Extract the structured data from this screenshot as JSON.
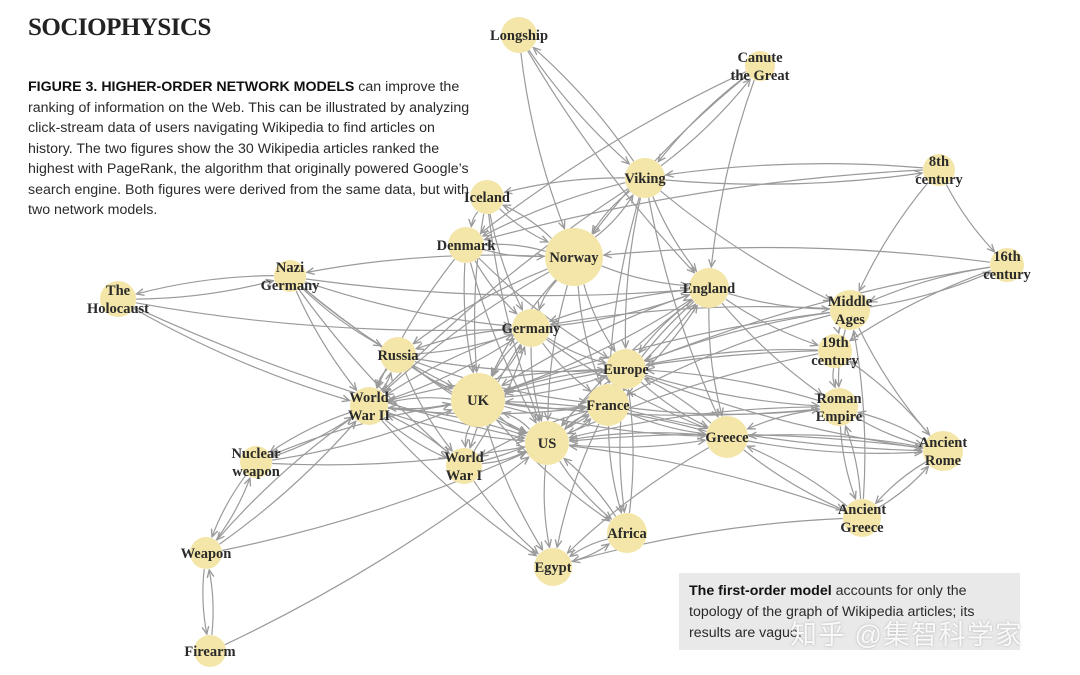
{
  "header": {
    "title": "SOCIOPHYSICS"
  },
  "caption": {
    "lead": "FIGURE 3. HIGHER-ORDER NETWORK MODELS",
    "text": " can improve the ranking of information on the Web. This can be illustrated by analyzing click-stream data of users navigating Wikipedia to find articles on history. The two figures show the 30 Wikipedia articles ranked the highest with PageRank, the algorithm that originally powered Google’s search engine. Both figures were derived from the same data, but with two network models."
  },
  "note": {
    "lead": "The first-order model",
    "text": " accounts for only the topology of the graph of Wikipedia articles; its results are vague."
  },
  "watermark": "知乎 @集智科学家",
  "colors": {
    "node": "#f3e6a8",
    "edge": "#9a9a9a",
    "label": "#2a2a2a"
  },
  "nodes": [
    {
      "id": "longship",
      "lines": [
        "Longship"
      ],
      "r": 18
    },
    {
      "id": "canute",
      "lines": [
        "Canute",
        "the Great"
      ],
      "r": 15
    },
    {
      "id": "viking",
      "lines": [
        "Viking"
      ],
      "r": 20
    },
    {
      "id": "8th",
      "lines": [
        "8th",
        "century"
      ],
      "r": 16
    },
    {
      "id": "iceland",
      "lines": [
        "Iceland"
      ],
      "r": 17
    },
    {
      "id": "denmark",
      "lines": [
        "Denmark"
      ],
      "r": 18
    },
    {
      "id": "norway",
      "lines": [
        "Norway"
      ],
      "r": 29
    },
    {
      "id": "16th",
      "lines": [
        "16th",
        "century"
      ],
      "r": 17
    },
    {
      "id": "nazi",
      "lines": [
        "Nazi",
        "Germany"
      ],
      "r": 16
    },
    {
      "id": "holocaust",
      "lines": [
        "The",
        "Holocaust"
      ],
      "r": 18
    },
    {
      "id": "england",
      "lines": [
        "England"
      ],
      "r": 20
    },
    {
      "id": "middleages",
      "lines": [
        "Middle",
        "Ages"
      ],
      "r": 20
    },
    {
      "id": "germany",
      "lines": [
        "Germany"
      ],
      "r": 19
    },
    {
      "id": "19th",
      "lines": [
        "19th",
        "century"
      ],
      "r": 17
    },
    {
      "id": "russia",
      "lines": [
        "Russia"
      ],
      "r": 18
    },
    {
      "id": "europe",
      "lines": [
        "Europe"
      ],
      "r": 20
    },
    {
      "id": "ww2",
      "lines": [
        "World",
        "War II"
      ],
      "r": 19
    },
    {
      "id": "uk",
      "lines": [
        "UK"
      ],
      "r": 27
    },
    {
      "id": "france",
      "lines": [
        "France"
      ],
      "r": 21
    },
    {
      "id": "romanempire",
      "lines": [
        "Roman",
        "Empire"
      ],
      "r": 19
    },
    {
      "id": "nuclear",
      "lines": [
        "Nuclear",
        "weapon"
      ],
      "r": 16
    },
    {
      "id": "greece",
      "lines": [
        "Greece"
      ],
      "r": 21
    },
    {
      "id": "ancientrome",
      "lines": [
        "Ancient",
        "Rome"
      ],
      "r": 20
    },
    {
      "id": "ww1",
      "lines": [
        "World",
        "War I"
      ],
      "r": 18
    },
    {
      "id": "us",
      "lines": [
        "US"
      ],
      "r": 22
    },
    {
      "id": "ancientgreece",
      "lines": [
        "Ancient",
        "Greece"
      ],
      "r": 19
    },
    {
      "id": "africa",
      "lines": [
        "Africa"
      ],
      "r": 20
    },
    {
      "id": "weapon",
      "lines": [
        "Weapon"
      ],
      "r": 16
    },
    {
      "id": "egypt",
      "lines": [
        "Egypt"
      ],
      "r": 19
    },
    {
      "id": "firearm",
      "lines": [
        "Firearm"
      ],
      "r": 16
    }
  ],
  "edges": [
    [
      "longship",
      "viking"
    ],
    [
      "viking",
      "longship"
    ],
    [
      "longship",
      "norway"
    ],
    [
      "longship",
      "england"
    ],
    [
      "canute",
      "viking"
    ],
    [
      "viking",
      "canute"
    ],
    [
      "canute",
      "england"
    ],
    [
      "canute",
      "denmark"
    ],
    [
      "canute",
      "norway"
    ],
    [
      "viking",
      "iceland"
    ],
    [
      "viking",
      "denmark"
    ],
    [
      "viking",
      "norway"
    ],
    [
      "norway",
      "viking"
    ],
    [
      "viking",
      "england"
    ],
    [
      "viking",
      "middleages"
    ],
    [
      "viking",
      "europe"
    ],
    [
      "viking",
      "france"
    ],
    [
      "viking",
      "greece"
    ],
    [
      "viking",
      "ww2"
    ],
    [
      "viking",
      "8th"
    ],
    [
      "8th",
      "viking"
    ],
    [
      "8th",
      "middleages"
    ],
    [
      "8th",
      "16th"
    ],
    [
      "8th",
      "denmark"
    ],
    [
      "16th",
      "19th"
    ],
    [
      "16th",
      "middleages"
    ],
    [
      "16th",
      "europe"
    ],
    [
      "16th",
      "norway"
    ],
    [
      "iceland",
      "norway"
    ],
    [
      "norway",
      "iceland"
    ],
    [
      "iceland",
      "denmark"
    ],
    [
      "iceland",
      "germany"
    ],
    [
      "iceland",
      "uk"
    ],
    [
      "iceland",
      "us"
    ],
    [
      "denmark",
      "norway"
    ],
    [
      "norway",
      "denmark"
    ],
    [
      "denmark",
      "germany"
    ],
    [
      "denmark",
      "uk"
    ],
    [
      "denmark",
      "europe"
    ],
    [
      "denmark",
      "ww2"
    ],
    [
      "denmark",
      "us"
    ],
    [
      "norway",
      "england"
    ],
    [
      "norway",
      "germany"
    ],
    [
      "norway",
      "uk"
    ],
    [
      "norway",
      "europe"
    ],
    [
      "norway",
      "france"
    ],
    [
      "norway",
      "us"
    ],
    [
      "norway",
      "ww2"
    ],
    [
      "norway",
      "russia"
    ],
    [
      "norway",
      "nazi"
    ],
    [
      "nazi",
      "holocaust"
    ],
    [
      "holocaust",
      "nazi"
    ],
    [
      "nazi",
      "ww2"
    ],
    [
      "nazi",
      "germany"
    ],
    [
      "nazi",
      "russia"
    ],
    [
      "nazi",
      "uk"
    ],
    [
      "nazi",
      "us"
    ],
    [
      "nazi",
      "ww1"
    ],
    [
      "nazi",
      "england"
    ],
    [
      "holocaust",
      "ww2"
    ],
    [
      "holocaust",
      "germany"
    ],
    [
      "holocaust",
      "us"
    ],
    [
      "england",
      "uk"
    ],
    [
      "uk",
      "england"
    ],
    [
      "england",
      "france"
    ],
    [
      "england",
      "europe"
    ],
    [
      "england",
      "germany"
    ],
    [
      "england",
      "middleages"
    ],
    [
      "england",
      "19th"
    ],
    [
      "england",
      "us"
    ],
    [
      "england",
      "greece"
    ],
    [
      "england",
      "romanempire"
    ],
    [
      "middleages",
      "europe"
    ],
    [
      "middleages",
      "19th"
    ],
    [
      "middleages",
      "romanempire"
    ],
    [
      "middleages",
      "ancientrome"
    ],
    [
      "middleages",
      "uk"
    ],
    [
      "middleages",
      "france"
    ],
    [
      "middleages",
      "16th"
    ],
    [
      "middleages",
      "germany"
    ],
    [
      "germany",
      "uk"
    ],
    [
      "germany",
      "europe"
    ],
    [
      "germany",
      "france"
    ],
    [
      "germany",
      "russia"
    ],
    [
      "germany",
      "ww2"
    ],
    [
      "germany",
      "ww1"
    ],
    [
      "germany",
      "us"
    ],
    [
      "germany",
      "england"
    ],
    [
      "germany",
      "greece"
    ],
    [
      "19th",
      "europe"
    ],
    [
      "19th",
      "uk"
    ],
    [
      "19th",
      "romanempire"
    ],
    [
      "19th",
      "us"
    ],
    [
      "russia",
      "uk"
    ],
    [
      "russia",
      "europe"
    ],
    [
      "russia",
      "ww2"
    ],
    [
      "russia",
      "us"
    ],
    [
      "russia",
      "france"
    ],
    [
      "russia",
      "ww1"
    ],
    [
      "russia",
      "germany"
    ],
    [
      "europe",
      "uk"
    ],
    [
      "uk",
      "europe"
    ],
    [
      "europe",
      "france"
    ],
    [
      "europe",
      "us"
    ],
    [
      "europe",
      "africa"
    ],
    [
      "europe",
      "greece"
    ],
    [
      "europe",
      "romanempire"
    ],
    [
      "europe",
      "ancientrome"
    ],
    [
      "europe",
      "ww2"
    ],
    [
      "ww2",
      "uk"
    ],
    [
      "uk",
      "ww2"
    ],
    [
      "ww2",
      "us"
    ],
    [
      "ww2",
      "ww1"
    ],
    [
      "ww2",
      "nuclear"
    ],
    [
      "ww2",
      "france"
    ],
    [
      "ww2",
      "egypt"
    ],
    [
      "ww2",
      "weapon"
    ],
    [
      "ww2",
      "germany"
    ],
    [
      "ww2",
      "russia"
    ],
    [
      "uk",
      "us"
    ],
    [
      "us",
      "uk"
    ],
    [
      "uk",
      "france"
    ],
    [
      "uk",
      "ww1"
    ],
    [
      "uk",
      "egypt"
    ],
    [
      "uk",
      "africa"
    ],
    [
      "uk",
      "greece"
    ],
    [
      "uk",
      "romanempire"
    ],
    [
      "uk",
      "nuclear"
    ],
    [
      "uk",
      "germany"
    ],
    [
      "france",
      "us"
    ],
    [
      "france",
      "greece"
    ],
    [
      "france",
      "africa"
    ],
    [
      "france",
      "romanempire"
    ],
    [
      "france",
      "ancientrome"
    ],
    [
      "france",
      "egypt"
    ],
    [
      "france",
      "ww1"
    ],
    [
      "france",
      "england"
    ],
    [
      "romanempire",
      "ancientrome"
    ],
    [
      "ancientrome",
      "romanempire"
    ],
    [
      "romanempire",
      "ancientgreece"
    ],
    [
      "romanempire",
      "greece"
    ],
    [
      "romanempire",
      "us"
    ],
    [
      "romanempire",
      "europe"
    ],
    [
      "nuclear",
      "ww2"
    ],
    [
      "nuclear",
      "us"
    ],
    [
      "nuclear",
      "weapon"
    ],
    [
      "weapon",
      "nuclear"
    ],
    [
      "nuclear",
      "uk"
    ],
    [
      "greece",
      "us"
    ],
    [
      "greece",
      "ancientgreece"
    ],
    [
      "greece",
      "ancientrome"
    ],
    [
      "greece",
      "egypt"
    ],
    [
      "greece",
      "europe"
    ],
    [
      "greece",
      "uk"
    ],
    [
      "ancientrome",
      "ancientgreece"
    ],
    [
      "ancientgreece",
      "ancientrome"
    ],
    [
      "ancientrome",
      "greece"
    ],
    [
      "ancientrome",
      "19th"
    ],
    [
      "ancientrome",
      "us"
    ],
    [
      "ww1",
      "us"
    ],
    [
      "ww1",
      "ww2"
    ],
    [
      "ww1",
      "egypt"
    ],
    [
      "ww1",
      "france"
    ],
    [
      "ww1",
      "germany"
    ],
    [
      "us",
      "egypt"
    ],
    [
      "us",
      "africa"
    ],
    [
      "us",
      "greece"
    ],
    [
      "us",
      "france"
    ],
    [
      "us",
      "ww2"
    ],
    [
      "us",
      "england"
    ],
    [
      "ancientgreece",
      "egypt"
    ],
    [
      "ancientgreece",
      "greece"
    ],
    [
      "ancientgreece",
      "romanempire"
    ],
    [
      "ancientgreece",
      "middleages"
    ],
    [
      "ancientgreece",
      "us"
    ],
    [
      "africa",
      "egypt"
    ],
    [
      "africa",
      "us"
    ],
    [
      "africa",
      "europe"
    ],
    [
      "egypt",
      "africa"
    ],
    [
      "weapon",
      "firearm"
    ],
    [
      "firearm",
      "weapon"
    ],
    [
      "firearm",
      "us"
    ],
    [
      "weapon",
      "us"
    ],
    [
      "weapon",
      "ww2"
    ]
  ]
}
